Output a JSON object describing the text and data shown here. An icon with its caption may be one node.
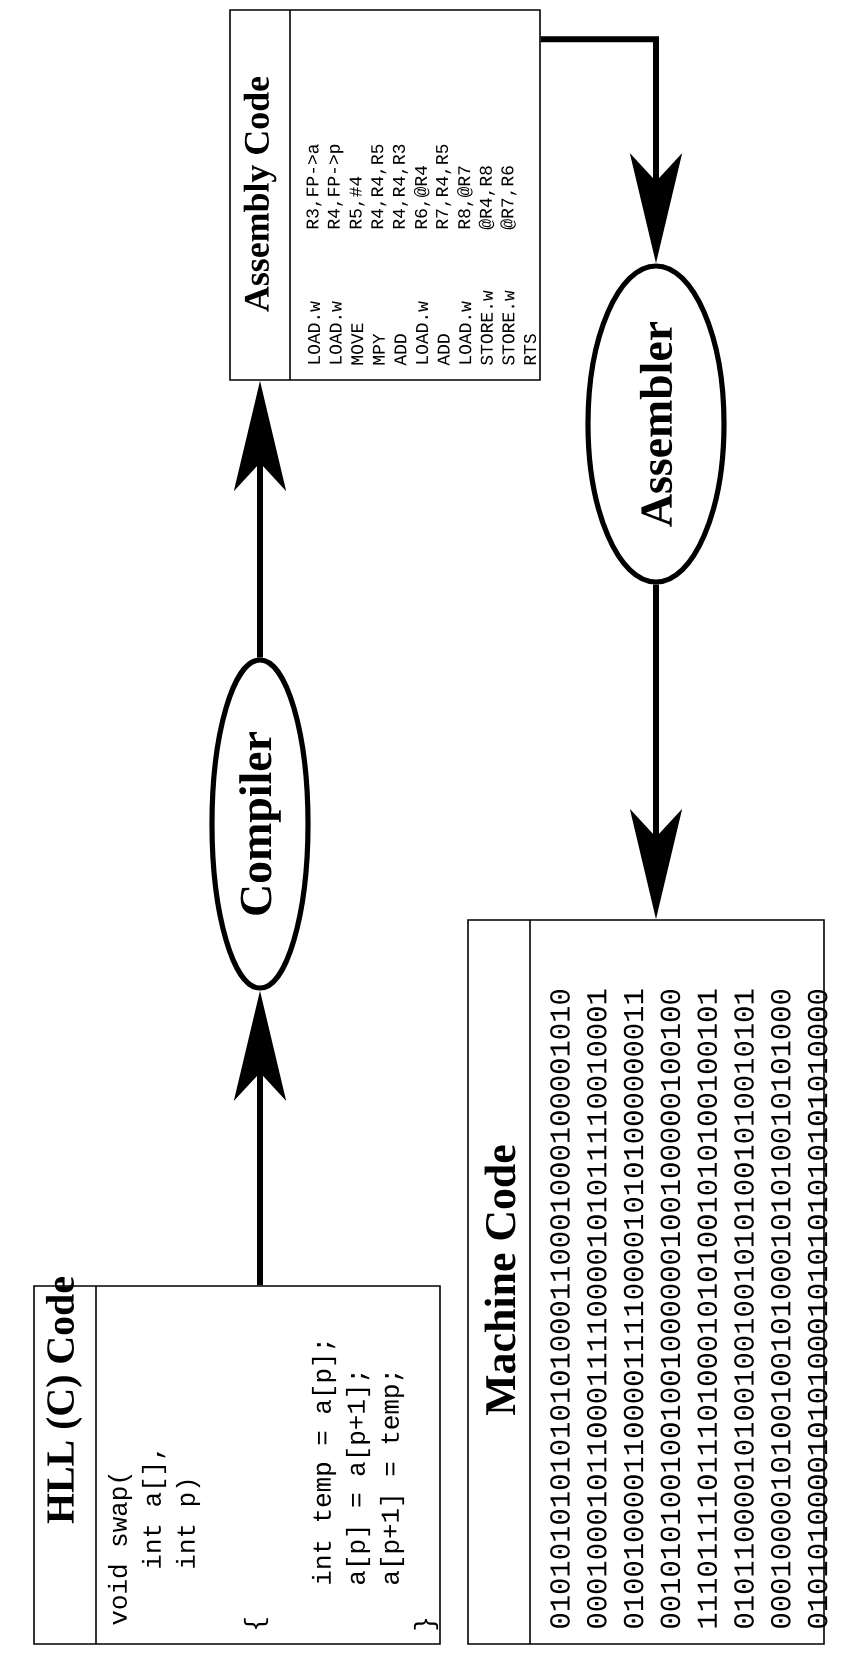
{
  "diagram": {
    "nodes": [
      {
        "text": [
          "HLL (C) Code",
          "void swap(",
          "int a[],",
          "int p)",
          "{",
          "int temp = a[p];",
          "a[p] = a[p+1];",
          "a[p+1] = temp;",
          "}"
        ]
      },
      {
        "text": [
          "Compiler"
        ]
      },
      {
        "text": [
          "Assembly Code",
          "LOAD.w",
          "R3,FP->a",
          "LOAD.w",
          "R4,FP->p",
          "MOVE",
          "R5,#4",
          "MPY",
          "R4,R4,R5",
          "ADD",
          "R4,R4,R3",
          "LOAD.w",
          "R6,@R4",
          "ADD",
          "R7,R4,R5",
          "LOAD.w",
          "R8,@R7",
          "STORE.w",
          "@R4,R8",
          "STORE.w",
          "@R7,R6",
          "RTS"
        ]
      },
      {
        "text": [
          "Assembler"
        ]
      },
      {
        "text": [
          "Machine Code",
          "0101010101010101000110001000100001010",
          "0001000101100011110000101011110010001",
          "0100100001100001111000010101000000011",
          "0010101001001001000000100100000100100",
          "1110111101110100010101001010100100101",
          "0101100001010010010010101001010010101",
          "0001000010100100101000101010010101000",
          "0101010000101010001010101010101010000"
        ]
      }
    ],
    "edges": [
      {
        "from": 0,
        "to": 1,
        "arrow": "to"
      },
      {
        "from": 1,
        "to": 2,
        "arrow": "to"
      },
      {
        "from": 2,
        "to": 3,
        "arrow": "to"
      },
      {
        "from": 3,
        "to": 4,
        "arrow": "to"
      }
    ]
  }
}
